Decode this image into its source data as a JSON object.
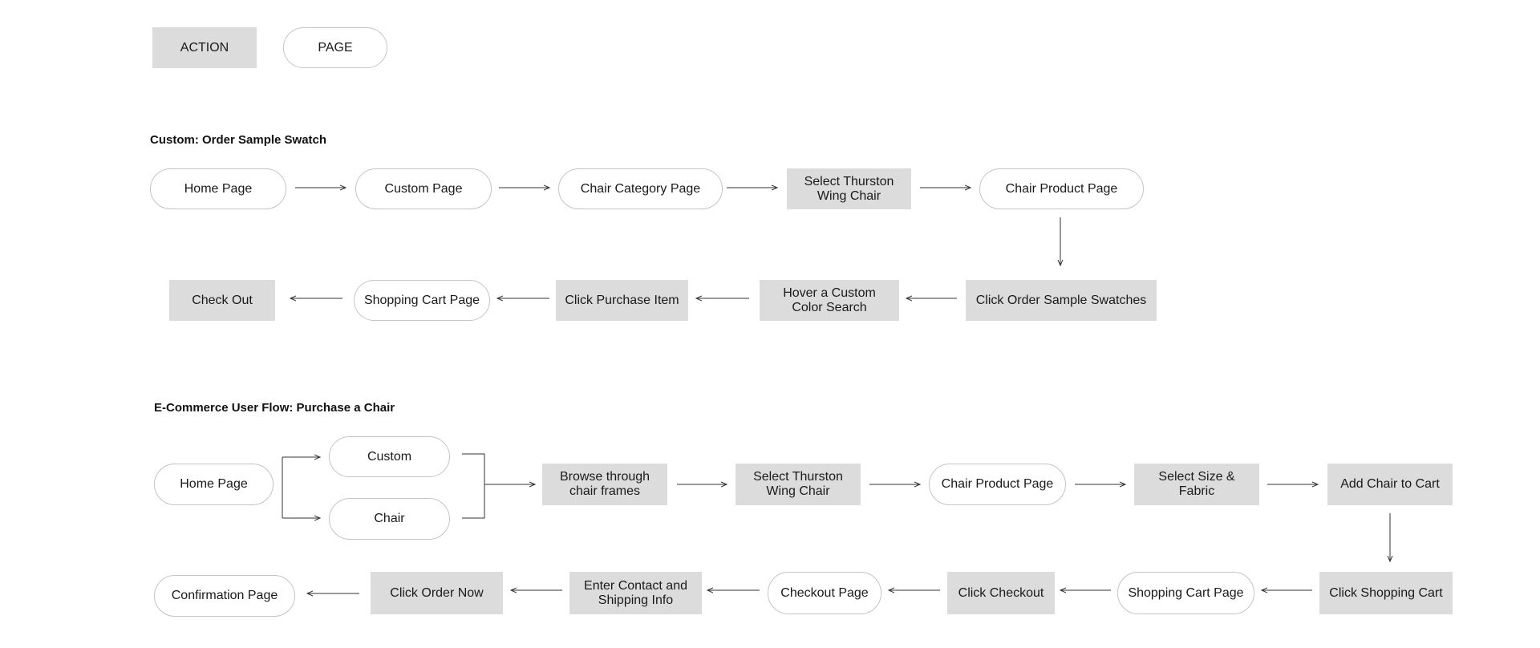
{
  "legend": {
    "action": "ACTION",
    "page": "PAGE"
  },
  "flow1": {
    "title": "Custom: Order Sample Swatch",
    "nodes": [
      "Home Page",
      "Custom Page",
      "Chair Category Page",
      "Select Thurston Wing Chair",
      "Chair Product Page",
      "Click Order Sample Swatches",
      "Hover a Custom Color Search",
      "Click Purchase Item",
      "Shopping Cart Page",
      "Check Out"
    ]
  },
  "flow2": {
    "title": "E-Commerce User Flow: Purchase a Chair",
    "nodes": [
      "Home Page",
      "Custom",
      "Chair",
      "Browse through chair frames",
      "Select Thurston Wing Chair",
      "Chair Product Page",
      "Select Size & Fabric",
      "Add Chair to Cart",
      "Click Shopping Cart",
      "Shopping Cart Page",
      "Click Checkout",
      "Checkout Page",
      "Enter Contact and Shipping Info",
      "Click Order Now",
      "Confirmation Page"
    ]
  }
}
